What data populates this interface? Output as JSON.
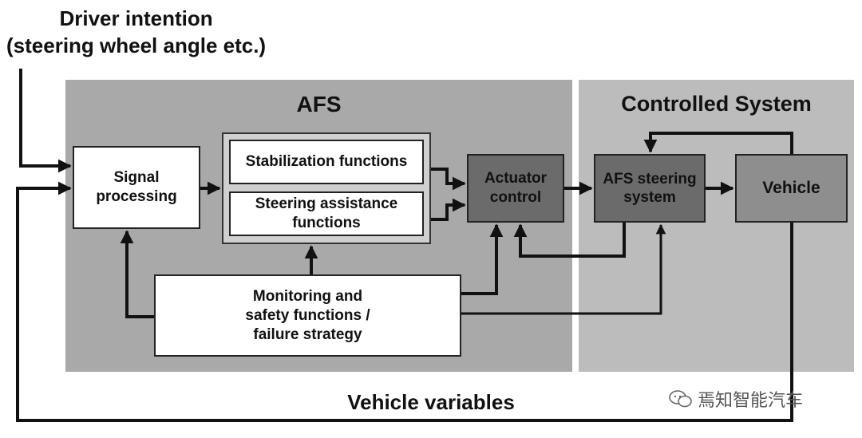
{
  "driver_input": {
    "line1": "Driver intention",
    "line2": "(steering wheel angle etc.)"
  },
  "regions": {
    "afs": "AFS",
    "controlled_system": "Controlled System"
  },
  "blocks": {
    "signal_processing": "Signal processing",
    "stabilization": "Stabilization functions",
    "steering_assistance": "Steering assistance functions",
    "actuator_control": "Actuator control",
    "afs_steering_system": "AFS steering system",
    "vehicle": "Vehicle",
    "monitoring_line1": "Monitoring and",
    "monitoring_line2": "safety functions /",
    "monitoring_line3": "failure strategy"
  },
  "feedback_label": "Vehicle variables",
  "watermark": {
    "icon": "wechat-icon",
    "text": "焉知智能汽车"
  },
  "colors": {
    "afs_region": "#a9a9a9",
    "controlled_region": "#bcbcbc",
    "dark_block": "#6b6b6b",
    "vehicle_block": "#8e8e8e"
  }
}
